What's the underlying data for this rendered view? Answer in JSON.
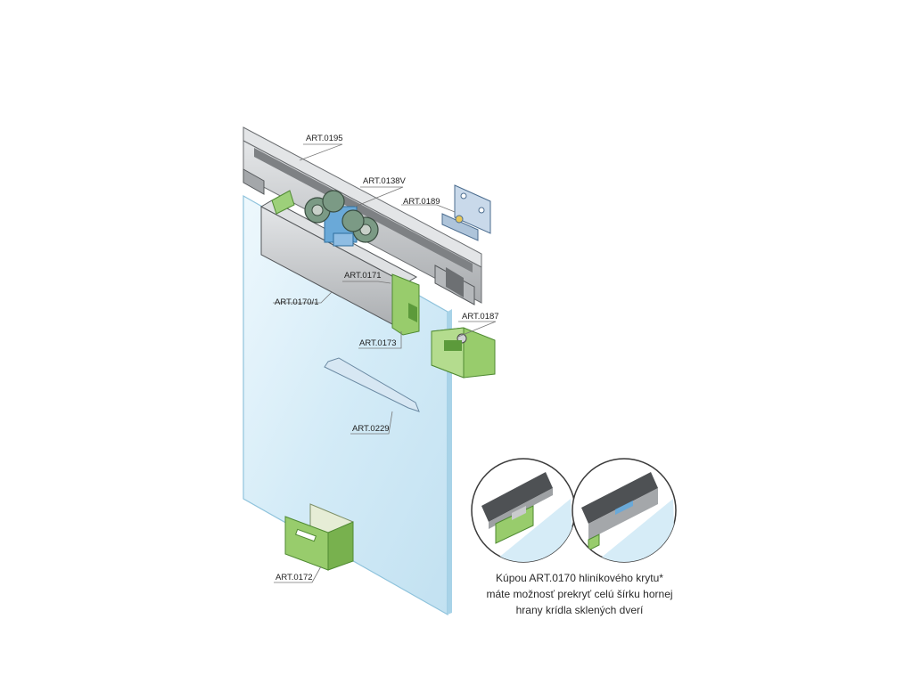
{
  "labels": {
    "art_0195": "ART.0195",
    "art_0138v": "ART.0138V",
    "art_0189": "ART.0189",
    "art_0171": "ART.0171",
    "art_0170_1": "ART.0170/1",
    "art_0187": "ART.0187",
    "art_0173": "ART.0173",
    "art_0229": "ART.0229",
    "art_0172": "ART.0172"
  },
  "caption": {
    "line1": "Kúpou ART.0170 hliníkového krytu*",
    "line2": "máte možnosť prekryť celú šírku hornej",
    "line3": "hrany krídla sklených dverí"
  },
  "colors": {
    "glass": "#d6ecf7",
    "glass_edge": "#8fc3dc",
    "aluminium": "#c9cbcd",
    "aluminium_dark": "#8e9194",
    "green_part": "#98cc6c",
    "green_dark": "#5c9a3b",
    "wheel": "#6f8f7a",
    "label_line": "#777777"
  }
}
